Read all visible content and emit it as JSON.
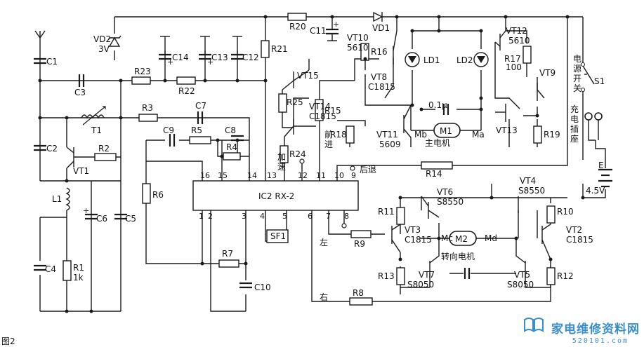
{
  "figure_label": "图2",
  "watermark": {
    "text": "家电维修资料网",
    "url": "520101.com"
  },
  "ic": {
    "name": "IC2 RX-2",
    "pins_top": [
      "16",
      "15",
      "14",
      "13",
      "12",
      "11",
      "10",
      "9"
    ],
    "pins_bottom": [
      "1",
      "2",
      "3",
      "4",
      "5",
      "6",
      "7",
      "8"
    ]
  },
  "components": {
    "C1": "C1",
    "C2": "C2",
    "C3": "C3",
    "C4": "C4",
    "C5": "C5",
    "C6": "C6",
    "C7": "C7",
    "C8": "C8",
    "C9": "C9",
    "C10": "C10",
    "C11": "C11",
    "C12": "C12",
    "C13": "C13",
    "C14": "C14",
    "R1": "R1",
    "R1v": "1k",
    "R2": "R2",
    "R3": "R3",
    "R4": "R4",
    "R5": "R5",
    "R6": "R6",
    "R7": "R7",
    "R8": "R8",
    "R9": "R9",
    "R10": "R10",
    "R11": "R11",
    "R12": "R12",
    "R13": "R13",
    "R14": "R14",
    "R15": "R15",
    "R16": "R16",
    "R17": "R17",
    "R17v": "100",
    "R18": "R18",
    "R19": "R19",
    "R20": "R20",
    "R21": "R21",
    "R22": "R22",
    "R23": "R23",
    "R24": "R24",
    "R25": "R25",
    "VD1": "VD1",
    "VD2": "VD2",
    "VD2v": "3V",
    "T1": "T1",
    "L1": "L1",
    "VT1": "VT1",
    "VT2": "VT2",
    "VT2t": "C1815",
    "VT3": "VT3",
    "VT3t": "C1815",
    "VT4": "VT4",
    "VT4t": "S8550",
    "VT5": "VT5",
    "VT5t": "S8050",
    "VT6": "VT6",
    "VT6t": "S8550",
    "VT7": "VT7",
    "VT7t": "S8050",
    "VT8": "VT8",
    "VT8t": "C1815",
    "VT9": "VT9",
    "VT10": "VT10",
    "VT10t": "5610",
    "VT11": "VT11",
    "VT11t": "5609",
    "VT12": "VT12",
    "VT12t": "5610",
    "VT13": "VT13",
    "VT14": "VT14",
    "VT14t": "C1815",
    "VT15": "VT15",
    "LD1": "LD1",
    "LD2": "LD2",
    "cap01": "0.1μ",
    "M1": "M1",
    "M2": "M2",
    "Ma": "Ma",
    "Mb": "Mb",
    "Mc": "Mc",
    "Md": "Md",
    "S1": "S1",
    "E": "E",
    "Ev": "4.5V",
    "SF1": "SF1"
  },
  "labels": {
    "main_motor": "主电机",
    "steer_motor": "转向电机",
    "accel": "加速",
    "forward": "前进",
    "backward": "后退",
    "left": "左",
    "right": "右",
    "power_switch": "电源开关",
    "charge_socket": "充电插座"
  }
}
